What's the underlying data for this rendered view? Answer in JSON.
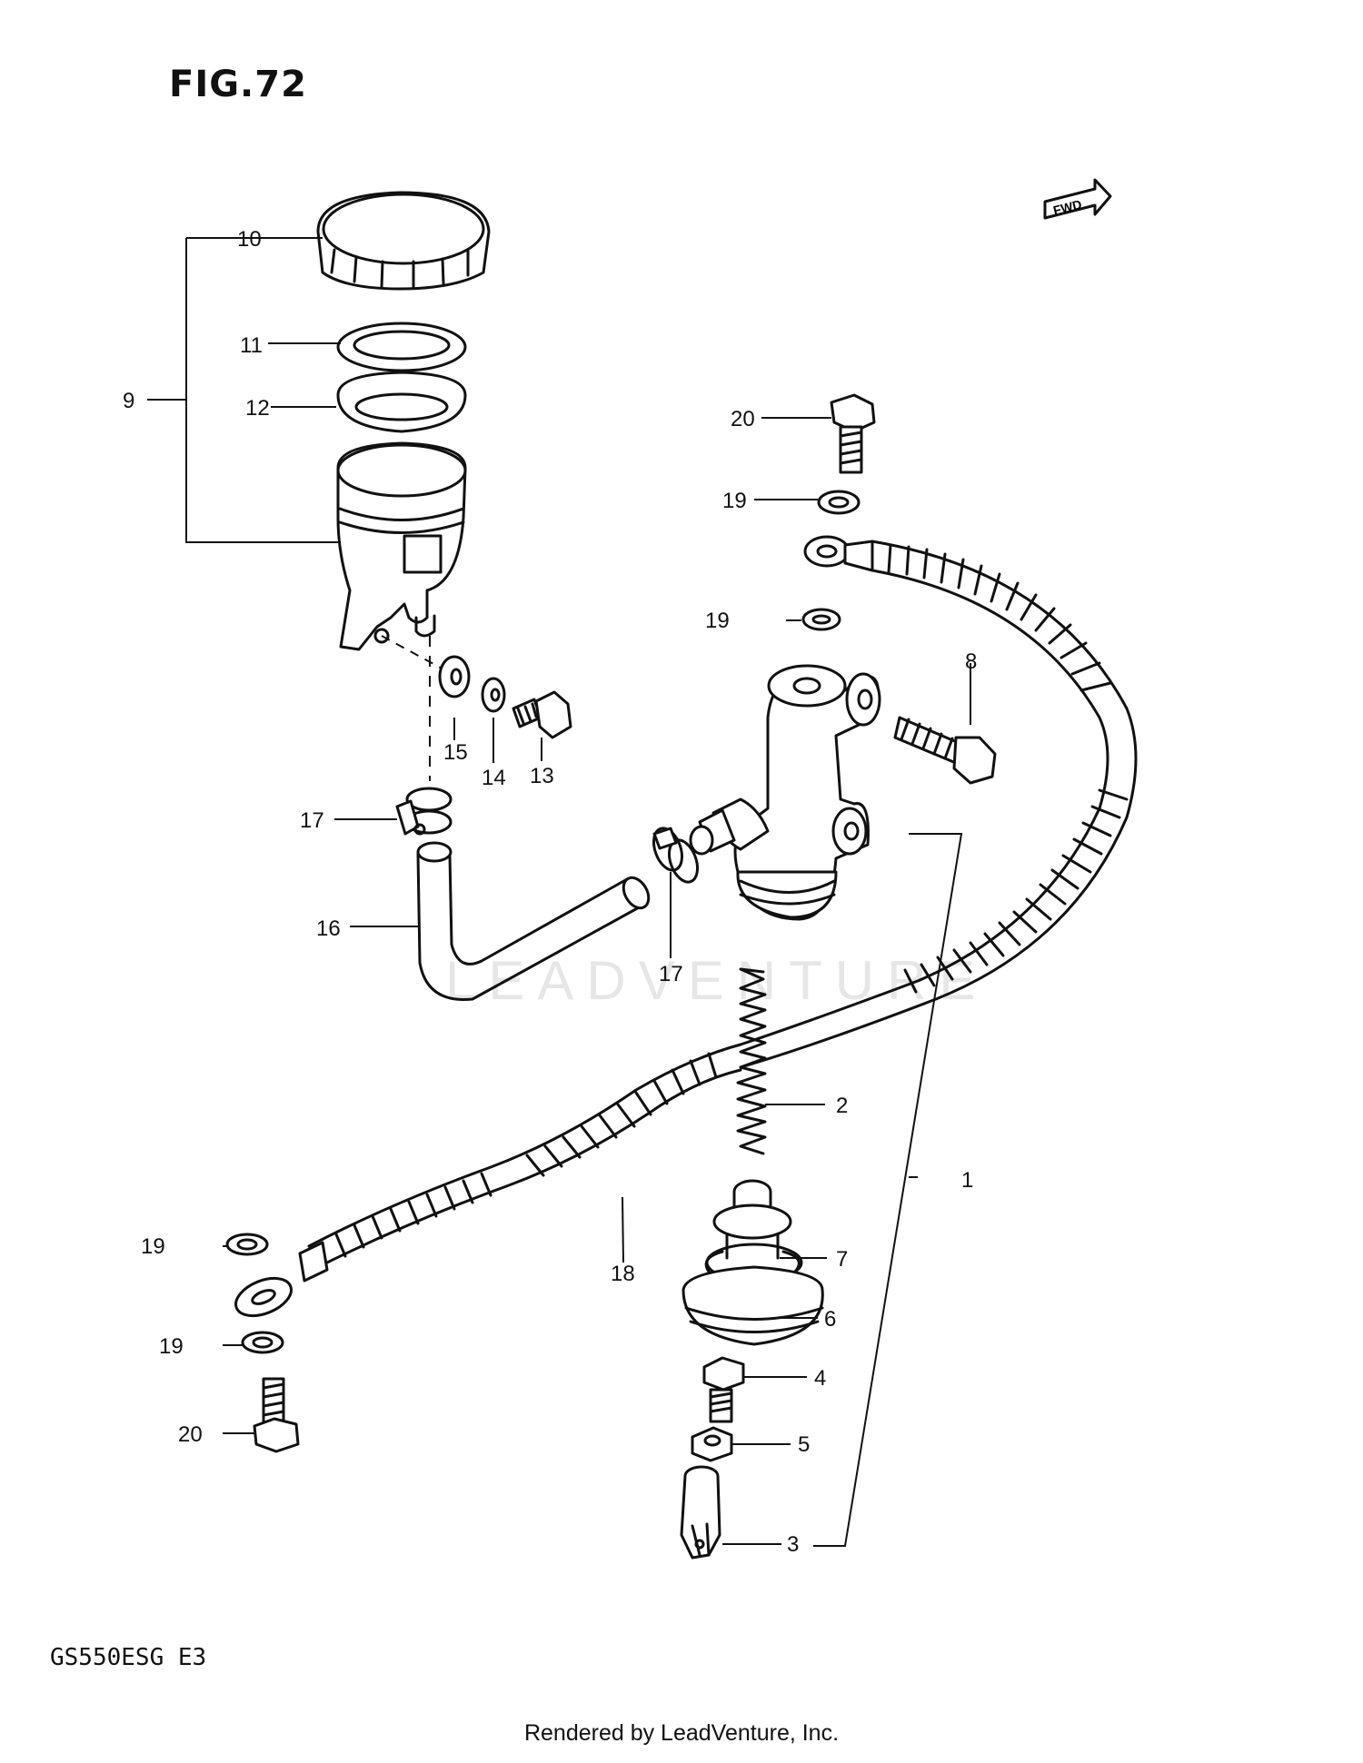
{
  "figure": {
    "title": "FIG.72",
    "model_code": "GS550ESG  E3",
    "credit": "Rendered by LeadVenture, Inc.",
    "watermark": "LEADVENTURE",
    "fwd_label": "FWD"
  },
  "callouts": [
    {
      "id": "c1",
      "label": "1"
    },
    {
      "id": "c2",
      "label": "2"
    },
    {
      "id": "c3",
      "label": "3"
    },
    {
      "id": "c4",
      "label": "4"
    },
    {
      "id": "c5",
      "label": "5"
    },
    {
      "id": "c6",
      "label": "6"
    },
    {
      "id": "c7",
      "label": "7"
    },
    {
      "id": "c8",
      "label": "8"
    },
    {
      "id": "c9",
      "label": "9"
    },
    {
      "id": "c10",
      "label": "10"
    },
    {
      "id": "c11",
      "label": "11"
    },
    {
      "id": "c12",
      "label": "12"
    },
    {
      "id": "c13",
      "label": "13"
    },
    {
      "id": "c14",
      "label": "14"
    },
    {
      "id": "c15",
      "label": "15"
    },
    {
      "id": "c16",
      "label": "16"
    },
    {
      "id": "c17a",
      "label": "17"
    },
    {
      "id": "c17b",
      "label": "17"
    },
    {
      "id": "c18",
      "label": "18"
    },
    {
      "id": "c19a",
      "label": "19"
    },
    {
      "id": "c19b",
      "label": "19"
    },
    {
      "id": "c19c",
      "label": "19"
    },
    {
      "id": "c19d",
      "label": "19"
    },
    {
      "id": "c20a",
      "label": "20"
    },
    {
      "id": "c20b",
      "label": "20"
    }
  ]
}
